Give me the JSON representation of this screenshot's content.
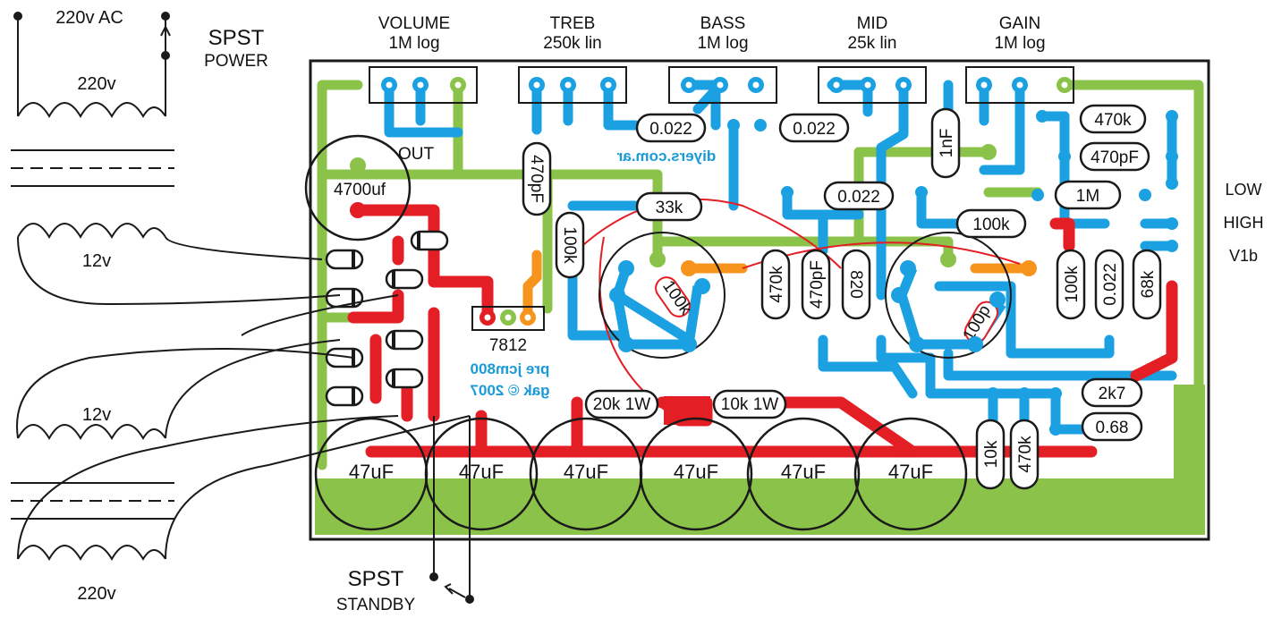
{
  "colors": {
    "green": "#8bc34a",
    "blue": "#1ba1e2",
    "red": "#e31e24",
    "orange": "#f7941d",
    "board_bg": "#ffffff",
    "outline": "#1a1a1a"
  },
  "left": {
    "mains_label": "220v AC",
    "primary_label": "220v",
    "secondary_12v_a": "12v",
    "secondary_12v_b": "12v",
    "secondary_220v": "220v",
    "power_switch": "SPST",
    "power_switch_sub": "POWER",
    "standby_switch": "SPST",
    "standby_switch_sub": "STANDBY"
  },
  "pots": [
    {
      "name": "VOLUME",
      "value": "1M log"
    },
    {
      "name": "TREB",
      "value": "250k lin"
    },
    {
      "name": "BASS",
      "value": "1M log"
    },
    {
      "name": "MID",
      "value": "25k lin"
    },
    {
      "name": "GAIN",
      "value": "1M log"
    }
  ],
  "right_labels": [
    "LOW",
    "HIGH",
    "V1b"
  ],
  "board": {
    "out_label": "OUT",
    "regulator": "7812",
    "site": "diyers.com.ar",
    "credit_line1": "pre jcm800",
    "credit_line2": "gak © 2007",
    "big_cap": "4700uf",
    "filter_caps": [
      "47uF",
      "47uF",
      "47uF",
      "47uF",
      "47uF",
      "47uF"
    ]
  },
  "components": {
    "c_treb_bass": "0.022",
    "c_bass_mid": "0.022",
    "c_mid": "0.022",
    "c_470pf_v": "470pF",
    "r_33k": "33k",
    "r_100k_v": "100k",
    "r_100k_socket": "100k",
    "c_1nf": "1nF",
    "r_470k_top": "470k",
    "c_470pf_top": "470pF",
    "r_1m": "1M",
    "r_100k_h": "100k",
    "r_470k_mid": "470k",
    "c_470pf_mid": "470pF",
    "r_820": "820",
    "c_100p": "100p",
    "r_100k_right": "100k",
    "c_0022_right": "0.022",
    "r_68k": "68k",
    "r_2k7": "2k7",
    "c_068": "0.68",
    "r_10k_bottom": "10k",
    "r_470k_bottom": "470k",
    "r_20k_1w": "20k 1W",
    "r_10k_1w": "10k 1W"
  }
}
